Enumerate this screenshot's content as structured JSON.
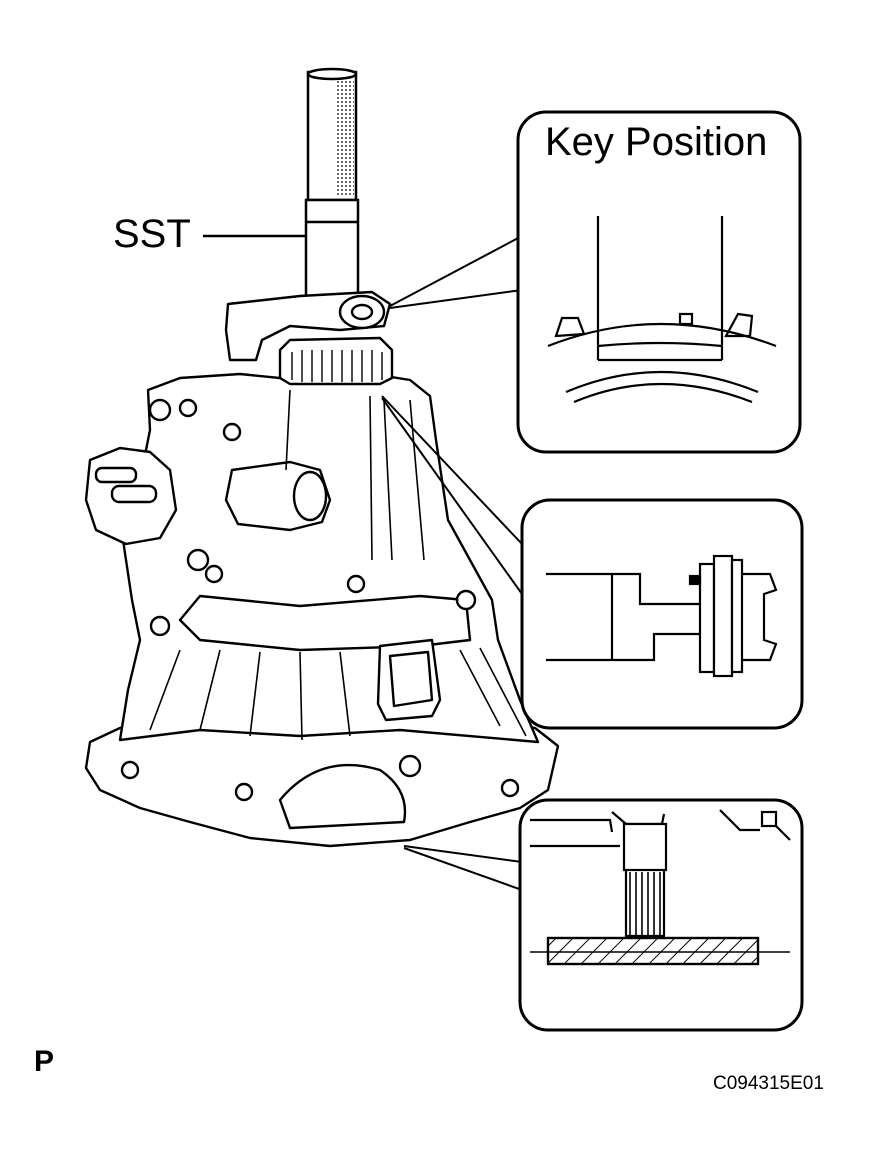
{
  "labels": {
    "tool": "SST",
    "key_position": "Key Position",
    "view_marker": "P",
    "figure_code": "C094315E01"
  },
  "colors": {
    "line": "#000000",
    "background": "#ffffff"
  }
}
